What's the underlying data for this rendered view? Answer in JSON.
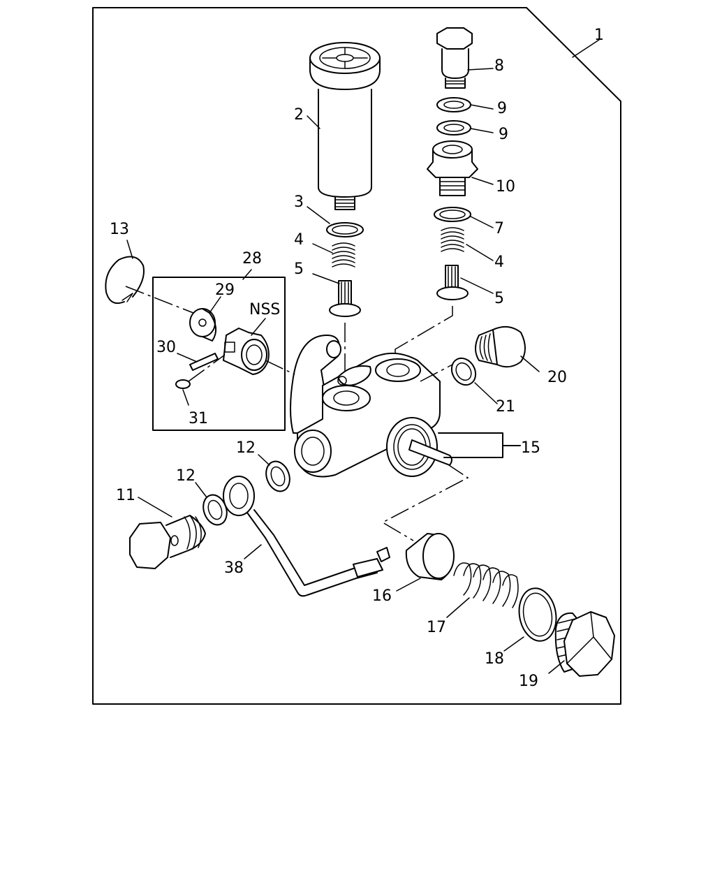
{
  "diagram": {
    "callouts": {
      "c1": "1",
      "c2": "2",
      "c3": "3",
      "c4a": "4",
      "c4b": "4",
      "c5a": "5",
      "c5b": "5",
      "c7": "7",
      "c8": "8",
      "c9a": "9",
      "c9b": "9",
      "c10": "10",
      "c11": "11",
      "c12a": "12",
      "c12b": "12",
      "c13": "13",
      "c15": "15",
      "c16": "16",
      "c17": "17",
      "c18": "18",
      "c19": "19",
      "c20": "20",
      "c21": "21",
      "c28": "28",
      "c29": "29",
      "c30": "30",
      "c31": "31",
      "c38": "38",
      "nss": "NSS"
    }
  }
}
